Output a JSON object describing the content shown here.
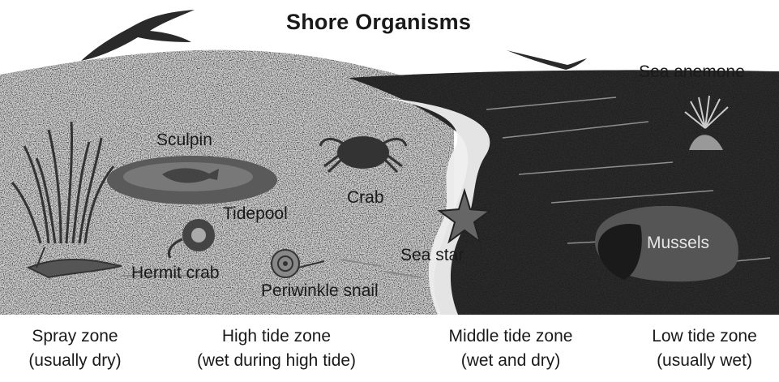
{
  "title": "Shore Organisms",
  "labels": {
    "sea_anemone": "Sea anemone",
    "sculpin": "Sculpin",
    "crab": "Crab",
    "tidepool": "Tidepool",
    "sea_star": "Sea star",
    "mussels": "Mussels",
    "hermit_crab": "Hermit crab",
    "periwinkle_snail": "Periwinkle snail"
  },
  "zones": [
    {
      "name": "Spray zone",
      "note": "(usually dry)"
    },
    {
      "name": "High tide zone",
      "note": "(wet during high tide)"
    },
    {
      "name": "Middle tide zone",
      "note": "(wet and dry)"
    },
    {
      "name": "Low tide zone",
      "note": "(usually wet)"
    }
  ],
  "colors": {
    "sand": "#cfcfcf",
    "water": "#2b2b2b",
    "foam": "#efefef",
    "ink": "#1a1a1a"
  }
}
